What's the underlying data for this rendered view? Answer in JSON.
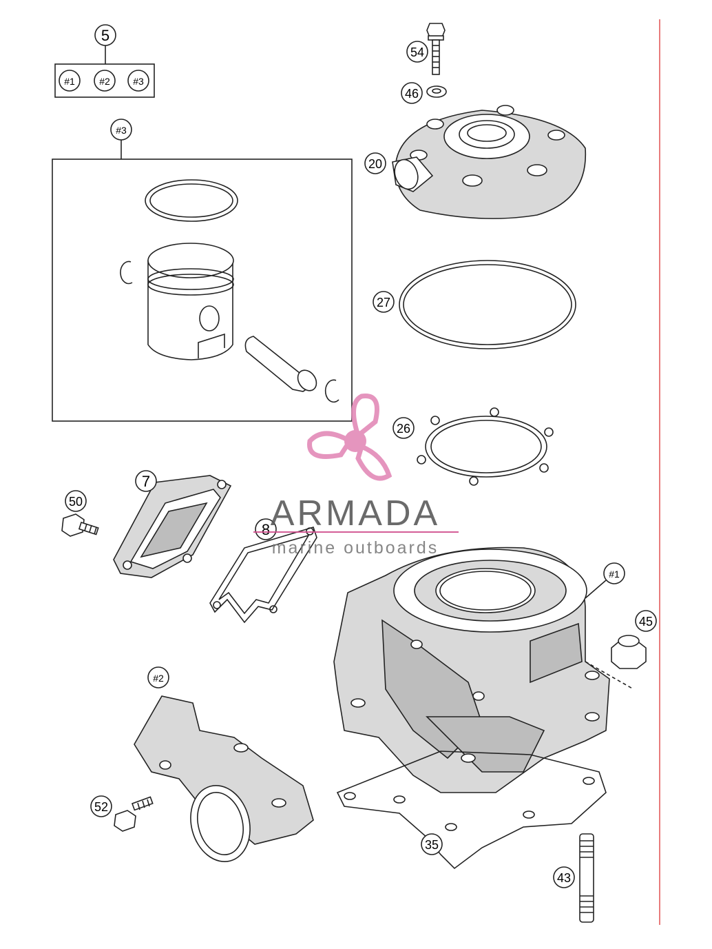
{
  "callouts": {
    "c5": "5",
    "c1": "#1",
    "c2": "#2",
    "c3": "#3",
    "c3b": "#3",
    "c54": "54",
    "c46": "46",
    "c20": "20",
    "c27": "27",
    "c26": "26",
    "c7": "7",
    "c50": "50",
    "c8": "8",
    "c1b": "#1",
    "c45": "45",
    "c2b": "#2",
    "c52": "52",
    "c35": "35",
    "c43": "43"
  },
  "watermark": {
    "title": "ARMADA",
    "subtitle": "marine outboards",
    "accent_color": "#e38ab8",
    "line_color": "#d04c8c"
  },
  "colors": {
    "margin_line": "#e05050"
  }
}
